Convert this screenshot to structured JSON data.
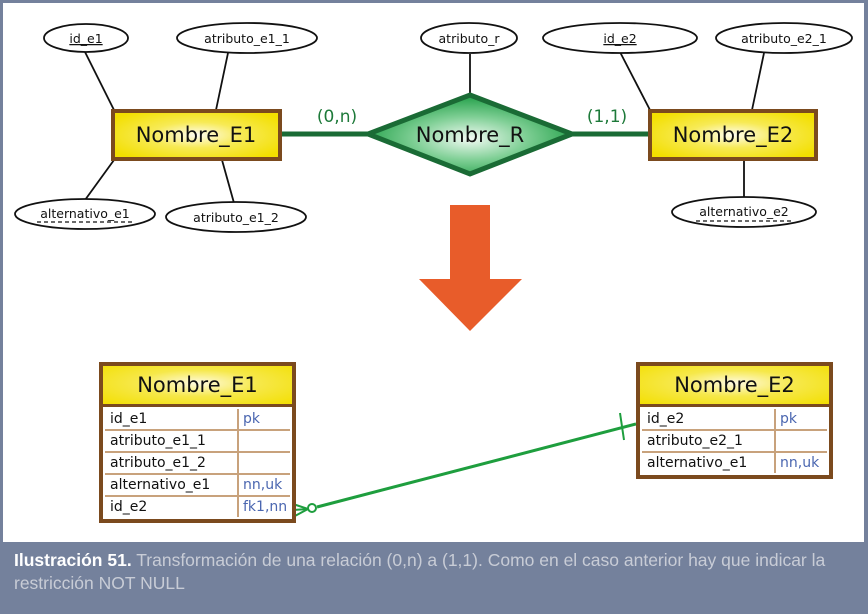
{
  "er_diagram": {
    "entity1": {
      "name": "Nombre_E1",
      "attributes": [
        {
          "label": "id_e1",
          "kind": "primary-key"
        },
        {
          "label": "atributo_e1_1",
          "kind": "simple"
        },
        {
          "label": "alternativo_e1",
          "kind": "alternate-key"
        },
        {
          "label": "atributo_e1_2",
          "kind": "simple"
        }
      ]
    },
    "relationship": {
      "name": "Nombre_R",
      "attribute": "atributo_r",
      "cardinality_left": "(0,n)",
      "cardinality_right": "(1,1)"
    },
    "entity2": {
      "name": "Nombre_E2",
      "attributes": [
        {
          "label": "id_e2",
          "kind": "primary-key"
        },
        {
          "label": "atributo_e2_1",
          "kind": "simple"
        },
        {
          "label": "alternativo_e2",
          "kind": "alternate-key"
        }
      ]
    }
  },
  "arrow": {
    "icon": "arrow-down-icon",
    "color": "#e85c2a"
  },
  "relational": {
    "table1": {
      "name": "Nombre_E1",
      "rows": [
        {
          "column": "id_e1",
          "flags": "pk"
        },
        {
          "column": "atributo_e1_1",
          "flags": ""
        },
        {
          "column": "atributo_e1_2",
          "flags": ""
        },
        {
          "column": "alternativo_e1",
          "flags": "nn,uk"
        },
        {
          "column": "id_e2",
          "flags": "fk1,nn"
        }
      ]
    },
    "table2": {
      "name": "Nombre_E2",
      "rows": [
        {
          "column": "id_e2",
          "flags": "pk"
        },
        {
          "column": "atributo_e2_1",
          "flags": ""
        },
        {
          "column": "alternativo_e1",
          "flags": "nn,uk"
        }
      ]
    }
  },
  "colors": {
    "entity_fill": "#f3df00",
    "entity_border": "#7b4a1e",
    "relationship_fill": "#22a24a",
    "relationship_border": "#1a6b35",
    "connector": "#1a6b35",
    "fk_line": "#1e9e3e",
    "flag_text": "#4a66b0",
    "caption_bg": "#74819c"
  },
  "caption": {
    "lead": "Ilustración 51.",
    "text": " Transformación de una relación (0,n) a (1,1). Como en el caso anterior hay que indicar la restricción NOT NULL"
  }
}
